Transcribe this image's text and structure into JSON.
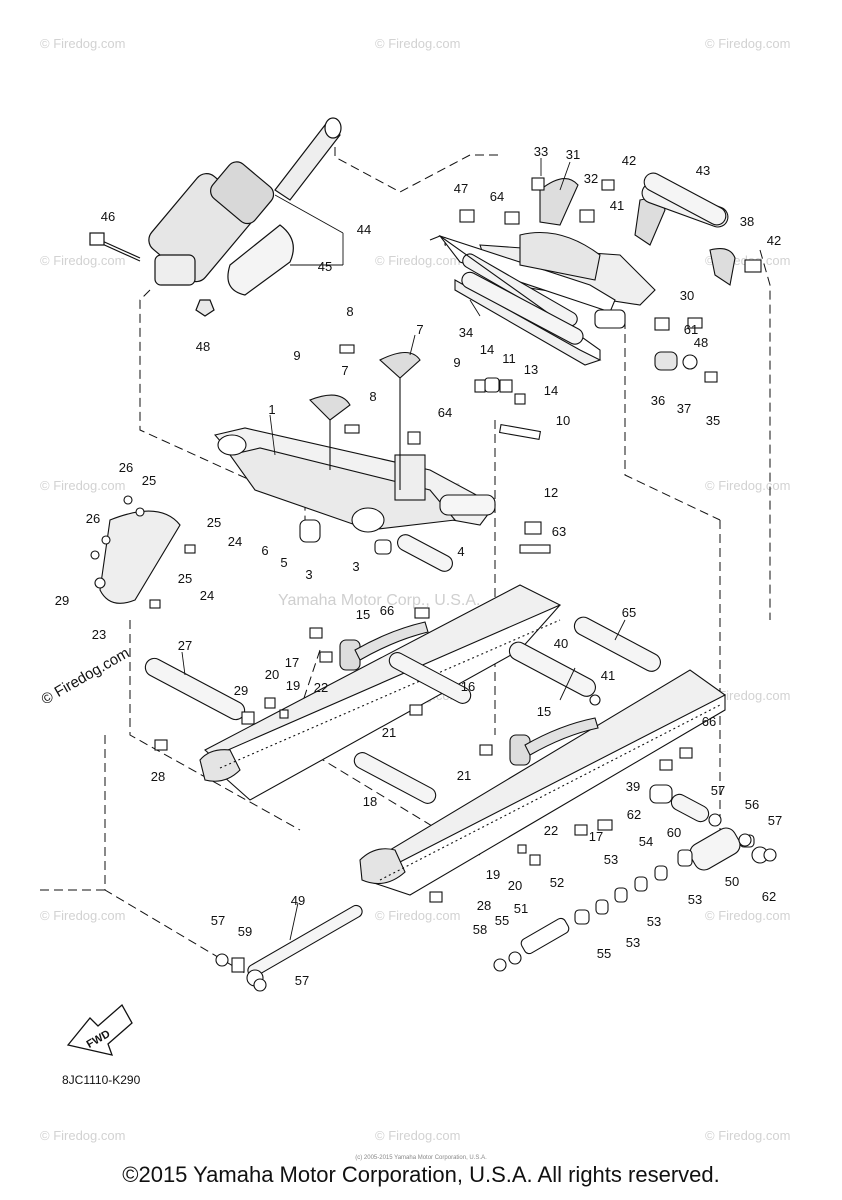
{
  "watermark": "© Firedog.com",
  "center_watermark": "Yamaha Motor Corp., U.S.A.",
  "fwd_label": "FWD",
  "drawing_code": "8JC1110-K290",
  "copyright_small": "(c) 2005-2015 Yamaha Motor Corporation, U.S.A.",
  "footer": "©2015 Yamaha Motor Corporation, U.S.A. All rights reserved.",
  "callouts": [
    "1",
    "3",
    "3",
    "4",
    "5",
    "6",
    "7",
    "7",
    "8",
    "8",
    "9",
    "9",
    "10",
    "11",
    "12",
    "13",
    "14",
    "14",
    "15",
    "15",
    "16",
    "17",
    "17",
    "18",
    "19",
    "19",
    "20",
    "20",
    "21",
    "21",
    "22",
    "22",
    "23",
    "24",
    "24",
    "25",
    "25",
    "25",
    "26",
    "26",
    "27",
    "28",
    "28",
    "29",
    "29",
    "30",
    "31",
    "32",
    "33",
    "34",
    "35",
    "36",
    "37",
    "38",
    "39",
    "40",
    "41",
    "41",
    "42",
    "42",
    "43",
    "44",
    "45",
    "46",
    "47",
    "48",
    "48",
    "49",
    "50",
    "51",
    "52",
    "53",
    "53",
    "53",
    "53",
    "54",
    "55",
    "55",
    "56",
    "57",
    "57",
    "57",
    "57",
    "58",
    "59",
    "60",
    "61",
    "62",
    "62",
    "63",
    "64",
    "64",
    "65",
    "66",
    "66"
  ]
}
